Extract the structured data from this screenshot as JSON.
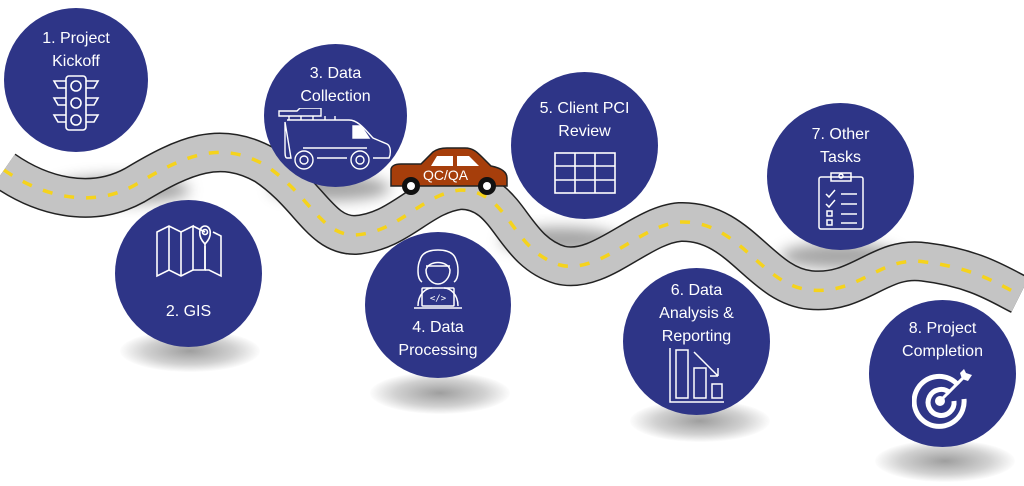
{
  "diagram": {
    "title": "",
    "colors": {
      "circle": "#2e3587",
      "road": "#c4c4c4",
      "road_edge": "#222222",
      "lane_marking": "#f5d31c",
      "car": "#a63e0b",
      "icon_stroke": "#ffffff"
    },
    "car": {
      "label": "QC/QA",
      "icon": "car-icon"
    },
    "steps": [
      {
        "number": 1,
        "label": "1. Project\nKickoff",
        "icon": "traffic-light-icon"
      },
      {
        "number": 2,
        "label": "2. GIS",
        "icon": "map-pin-icon"
      },
      {
        "number": 3,
        "label": "3. Data\nCollection",
        "icon": "van-icon"
      },
      {
        "number": 4,
        "label": "4. Data\nProcessing",
        "icon": "developer-laptop-icon"
      },
      {
        "number": 5,
        "label": "5. Client PCI\nReview",
        "icon": "table-grid-icon"
      },
      {
        "number": 6,
        "label": "6. Data\nAnalysis &\nReporting",
        "icon": "declining-bar-chart-icon"
      },
      {
        "number": 7,
        "label": "7. Other\nTasks",
        "icon": "checklist-clipboard-icon"
      },
      {
        "number": 8,
        "label": "8. Project\nCompletion",
        "icon": "target-arrow-icon"
      }
    ]
  }
}
